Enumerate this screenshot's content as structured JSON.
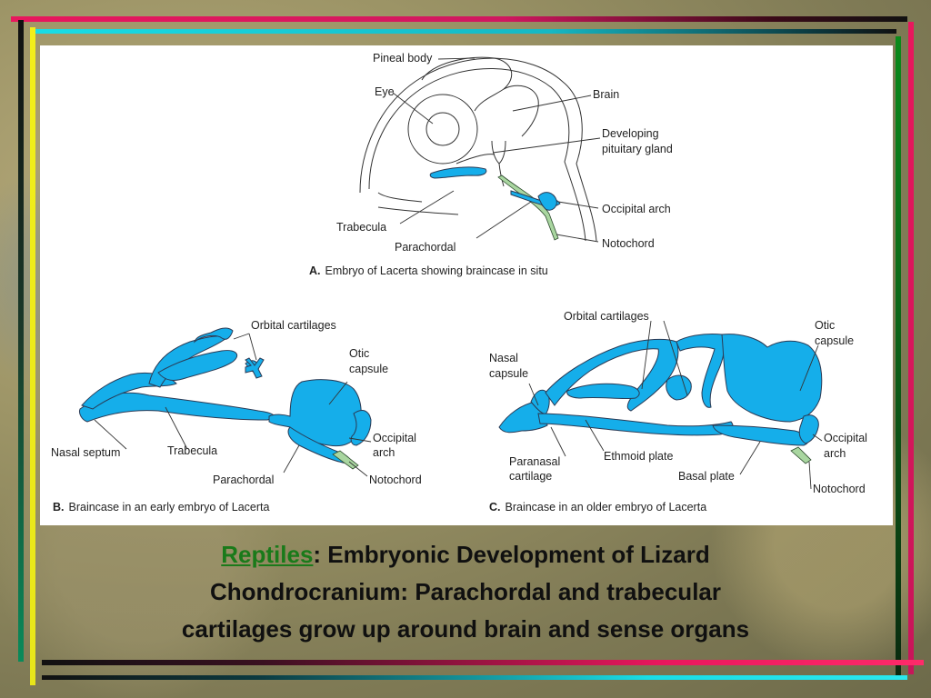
{
  "slide": {
    "title_keyword": "Reptiles",
    "title_rest": ": Embryonic Development of Lizard",
    "title_line2": "Chondrocranium: Parachordal and trabecular",
    "title_line3": "cartilages grow up around brain and sense organs"
  },
  "figure": {
    "a": {
      "caption_letter": "A.",
      "caption_text": "Embryo of Lacerta showing braincase in situ",
      "labels": {
        "pineal": "Pineal body",
        "eye": "Eye",
        "brain": "Brain",
        "pituitary_1": "Developing",
        "pituitary_2": "pituitary gland",
        "occipital_arch": "Occipital arch",
        "notochord": "Notochord",
        "trabecula": "Trabecula",
        "parachordal": "Parachordal"
      }
    },
    "b": {
      "caption_letter": "B.",
      "caption_text": "Braincase in an early embryo of Lacerta",
      "labels": {
        "orbital": "Orbital cartilages",
        "otic_1": "Otic",
        "otic_2": "capsule",
        "occipital_1": "Occipital",
        "occipital_2": "arch",
        "nasal_septum": "Nasal septum",
        "trabecula": "Trabecula",
        "parachordal": "Parachordal",
        "notochord": "Notochord"
      }
    },
    "c": {
      "caption_letter": "C.",
      "caption_text": "Braincase in an older embryo of Lacerta",
      "labels": {
        "orbital": "Orbital cartilages",
        "otic_1": "Otic",
        "otic_2": "capsule",
        "nasal_1": "Nasal",
        "nasal_2": "capsule",
        "paranasal_1": "Paranasal",
        "paranasal_2": "cartilage",
        "ethmoid": "Ethmoid plate",
        "basal": "Basal plate",
        "occipital_1": "Occipital",
        "occipital_2": "arch",
        "notochord": "Notochord"
      }
    }
  },
  "colors": {
    "cartilage": "#15aeea",
    "notochord": "#a9d6a0",
    "keyword": "#1a7a1a",
    "frame_magenta": "#e8175d",
    "frame_cyan": "#19dde6",
    "frame_green": "#0a8a1a",
    "frame_yellow": "#f2ef1a"
  }
}
